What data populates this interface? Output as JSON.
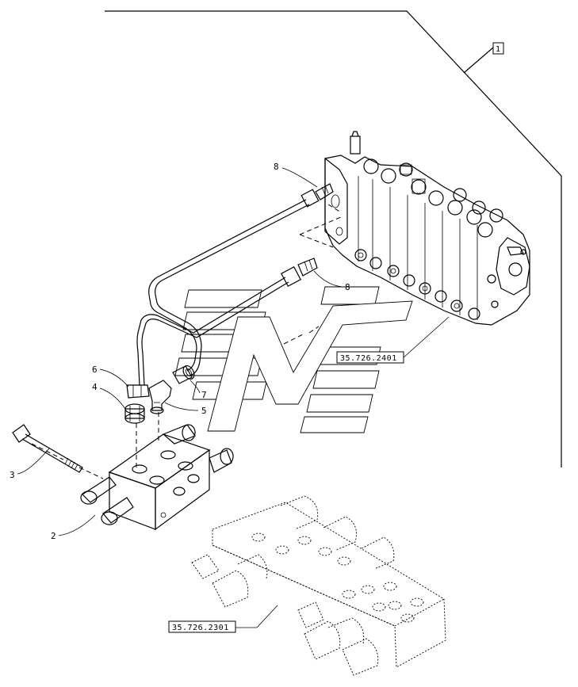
{
  "diagram": {
    "group_marker": "1",
    "references": {
      "control_valve": "35.726.2401",
      "mounting_block": "35.726.2301"
    },
    "callouts": {
      "c2": "2",
      "c3": "3",
      "c4": "4",
      "c5": "5",
      "c6": "6",
      "c7": "7",
      "c8_top": "8",
      "c8_bottom": "8"
    }
  }
}
